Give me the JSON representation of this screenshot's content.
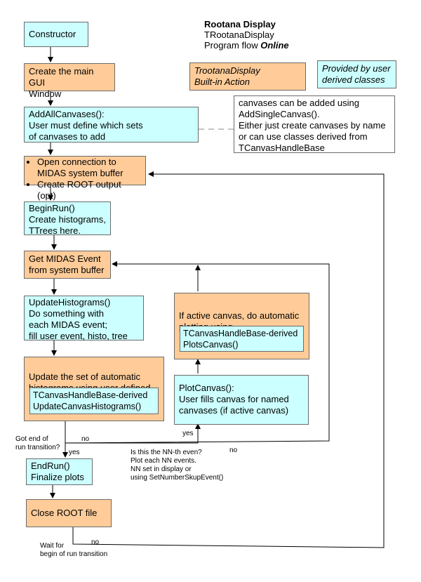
{
  "title": {
    "line1": "Rootana Display",
    "line2": "TRootanaDisplay",
    "line3_prefix": "Program flow ",
    "line3_emph": "Online"
  },
  "legend": {
    "builtin": "TrootanaDisplay\nBuilt-in Action",
    "user": "Provided by user\nderived classes"
  },
  "boxes": {
    "constructor": "Constructor",
    "create_gui": "Create the main GUI\nWindow",
    "add_all_canvases": "AddAllCanvases():\nUser must define which sets\nof canvases to add",
    "canvas_note": " canvases can be added using\nAddSingleCanvas().\nEither just create canvases by name\nor can use classes derived from\nTCanvasHandleBase",
    "open_connection_items": [
      "Open connection to MIDAS system buffer",
      "Create ROOT output (opt)"
    ],
    "begin_run": "BeginRun()\nCreate histograms,\nTTrees here.",
    "get_midas_event": "Get MIDAS Event\nfrom system buffer",
    "update_histograms": "UpdateHistograms()\nDo something with\neach MIDAS event;\nfill user event, histo, tree",
    "update_set": "Update the set of automatic\nhistograms using user defined",
    "update_set_inner": "TCanvasHandleBase-derived\nUpdateCanvasHistograms()",
    "if_active": "If active canvas, do automatic\nplotting using",
    "if_active_inner": "TCanvasHandleBase-derived\nPlotsCanvas()",
    "plot_canvas": "PlotCanvas():\nUser fills canvas for named\ncanvases (if active canvas)",
    "end_run": "EndRun()\nFinalize plots",
    "close_root": "Close ROOT file"
  },
  "labels": {
    "got_end": "Got end of\nrun transition?",
    "yes1": "yes",
    "no1": "no",
    "yes2": "yes",
    "no2": "no",
    "nn_question": "Is this the NN-th even?\nPlot each NN events.\nNN set in display or\nusing SetNumberSkupEvent()",
    "wait_for": "Wait for\nbegin of run transition",
    "no3": "no"
  },
  "colors": {
    "cyan": "#ccffff",
    "orange": "#ffcc99",
    "line": "#000000"
  }
}
